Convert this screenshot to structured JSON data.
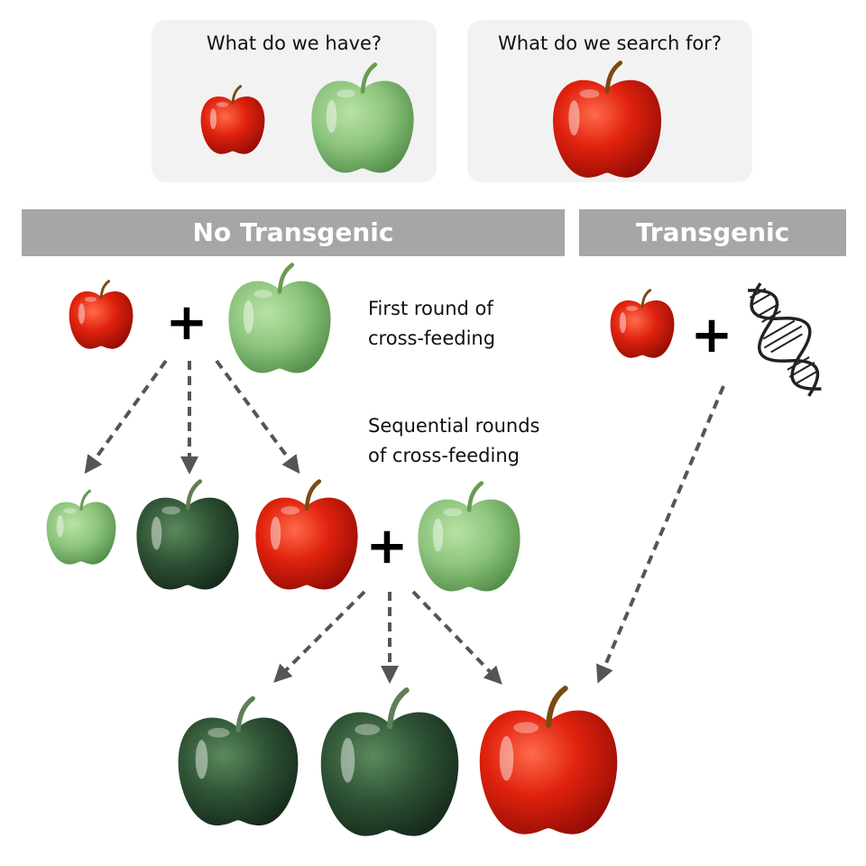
{
  "top_boxes": {
    "have_title": "What do we have?",
    "search_title": "What do we search for?"
  },
  "banners": {
    "no_transgenic": "No Transgenic",
    "transgenic": "Transgenic"
  },
  "notes": {
    "first_round_line1": "First round of",
    "first_round_line2": "cross-feeding",
    "sequential_line1": "Sequential rounds",
    "sequential_line2": "of cross-feeding"
  },
  "symbols": {
    "plus": "+"
  },
  "icons": [
    "apple-icon",
    "dna-icon"
  ],
  "colors": {
    "red": "#d81b0c",
    "light_green": "#8cc47c",
    "dark_green": "#2e5234",
    "banner": "#a6a6a6",
    "box": "#f2f2f2",
    "arrow": "#555555"
  }
}
